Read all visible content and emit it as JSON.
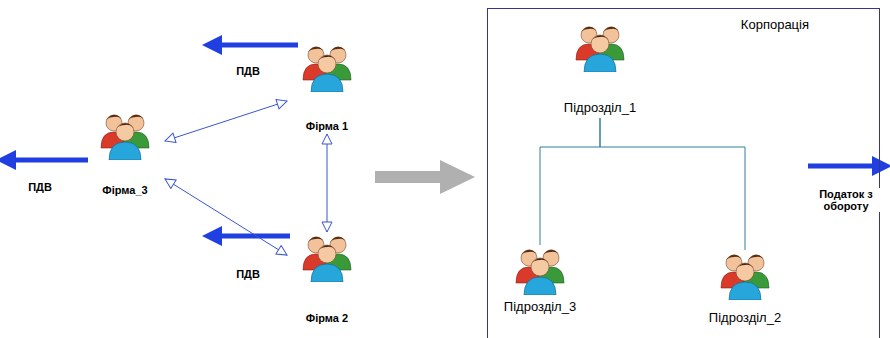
{
  "diagram": {
    "nodes": [
      {
        "text": [
          "Фірма_3"
        ]
      },
      {
        "text": [
          "Фірма 1"
        ]
      },
      {
        "text": [
          "Фірма 2"
        ]
      },
      {
        "text": [
          "Корпорація"
        ]
      },
      {
        "text": [
          "Підрозділ_1"
        ],
        "in": 3
      },
      {
        "text": [
          "Підрозділ_3"
        ],
        "in": 3
      },
      {
        "text": [
          "Підрозділ_2"
        ],
        "in": 3
      }
    ],
    "edges": [
      {
        "from": 1,
        "to": 0,
        "arrow": "both"
      },
      {
        "from": 1,
        "to": 2,
        "arrow": "both"
      },
      {
        "from": 0,
        "to": 2,
        "arrow": "both"
      },
      {
        "from": 4,
        "to": 5,
        "arrow": "none"
      },
      {
        "from": 4,
        "to": 6,
        "arrow": "none"
      }
    ],
    "labels": [
      "ПДВ",
      "ПДВ",
      "ПДВ",
      "Податок з обороту"
    ]
  }
}
